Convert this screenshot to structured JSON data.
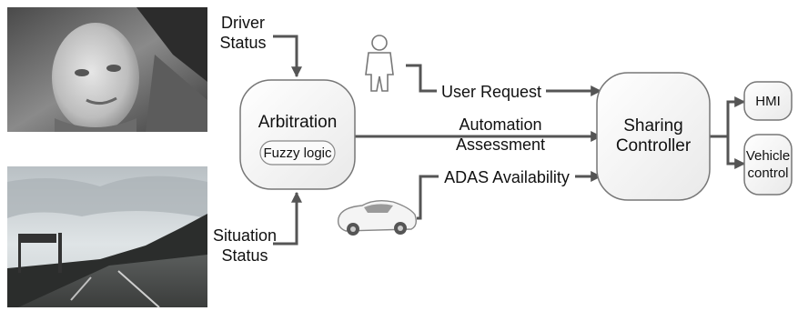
{
  "inputs": {
    "driver_status": [
      "Driver",
      "Status"
    ],
    "situation_status": [
      "Situation",
      "Status"
    ]
  },
  "arbitration": {
    "title": "Arbitration",
    "method": "Fuzzy logic"
  },
  "signals": {
    "user_request": "User Request",
    "automation_assessment": [
      "Automation",
      "Assessment"
    ],
    "adas_availability": "ADAS Availability"
  },
  "sharing_controller": [
    "Sharing",
    "Controller"
  ],
  "outputs": {
    "hmi": "HMI",
    "vehicle_control": [
      "Vehicle",
      "control"
    ]
  },
  "colors": {
    "arrow": "#555555",
    "node_fill": "#f3f3f3",
    "node_stroke": "#777777"
  },
  "images": {
    "driver_photo": "driver-face-camera-photo",
    "road_photo": "highway-road-scene-photo",
    "person_icon": "person-outline-icon",
    "car_icon": "sports-car-icon"
  }
}
